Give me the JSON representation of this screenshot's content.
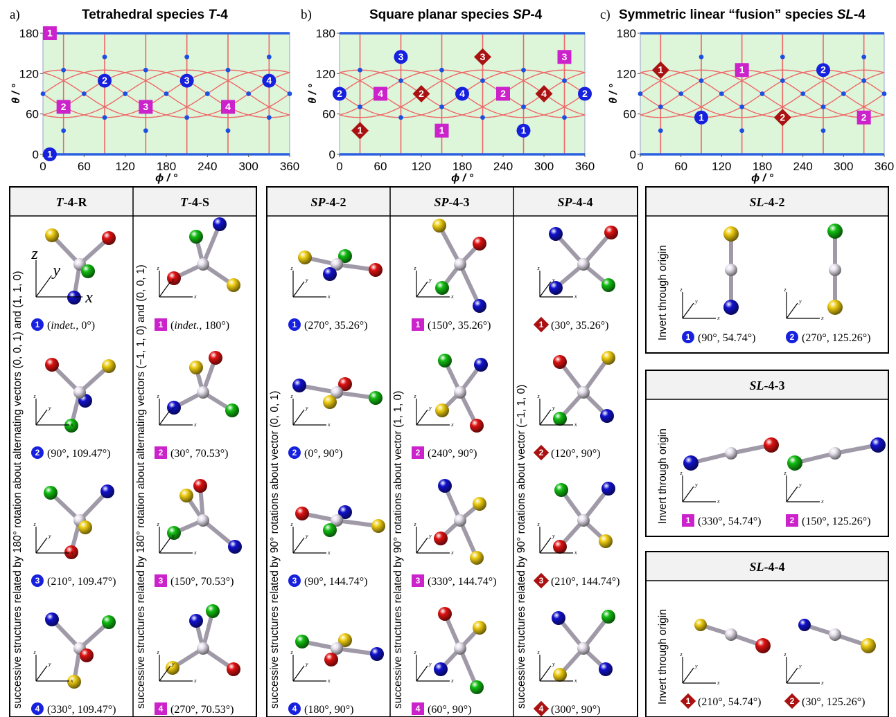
{
  "colors": {
    "plot_bg": "#ddf5d9",
    "curve": "#ee6767",
    "edge": "#2a60e0",
    "blue_marker": "#1620dd",
    "magenta_marker": "#cc22cc",
    "red_marker": "#aa1111",
    "grid_dot": "#1d4fe0",
    "header_bg": "#f2f2f2",
    "ball_red": "#dd1111",
    "ball_blue": "#1111cc",
    "ball_green": "#11bb11",
    "ball_yellow": "#eecc11"
  },
  "panels": [
    {
      "letter": "a)",
      "title": "Tetrahedral species T-4",
      "title_main": "Tetrahedral species ",
      "title_ital": "T",
      "title_tail": "-4",
      "ylabel": "θ / °",
      "xlabel": "ϕ / °",
      "xticks": [
        "0",
        "60",
        "120",
        "180",
        "240",
        "300",
        "360"
      ],
      "yticks": [
        "0",
        "60",
        "120",
        "180"
      ],
      "markers": [
        {
          "shape": "circle",
          "label": "1",
          "phi": 10,
          "theta": 0
        },
        {
          "shape": "circle",
          "label": "2",
          "phi": 90,
          "theta": 109.47
        },
        {
          "shape": "circle",
          "label": "3",
          "phi": 210,
          "theta": 109.47
        },
        {
          "shape": "circle",
          "label": "4",
          "phi": 330,
          "theta": 109.47
        },
        {
          "shape": "square",
          "label": "1",
          "phi": 10,
          "theta": 180
        },
        {
          "shape": "square",
          "label": "2",
          "phi": 30,
          "theta": 70.53
        },
        {
          "shape": "square",
          "label": "3",
          "phi": 150,
          "theta": 70.53
        },
        {
          "shape": "square",
          "label": "4",
          "phi": 270,
          "theta": 70.53
        }
      ]
    },
    {
      "letter": "b)",
      "title": "Square planar species SP-4",
      "title_main": "Square planar species ",
      "title_ital": "SP",
      "title_tail": "-4",
      "ylabel": "θ / °",
      "xlabel": "ϕ / °",
      "xticks": [
        "0",
        "60",
        "120",
        "180",
        "240",
        "300",
        "360"
      ],
      "yticks": [
        "0",
        "60",
        "120",
        "180"
      ],
      "markers": [
        {
          "shape": "circle",
          "label": "1",
          "phi": 270,
          "theta": 35.26
        },
        {
          "shape": "circle",
          "label": "2",
          "phi": 0,
          "theta": 90
        },
        {
          "shape": "circle",
          "label": "2",
          "phi": 360,
          "theta": 90
        },
        {
          "shape": "circle",
          "label": "3",
          "phi": 90,
          "theta": 144.74
        },
        {
          "shape": "circle",
          "label": "4",
          "phi": 180,
          "theta": 90
        },
        {
          "shape": "square",
          "label": "1",
          "phi": 150,
          "theta": 35.26
        },
        {
          "shape": "square",
          "label": "2",
          "phi": 240,
          "theta": 90
        },
        {
          "shape": "square",
          "label": "3",
          "phi": 330,
          "theta": 144.74
        },
        {
          "shape": "square",
          "label": "4",
          "phi": 60,
          "theta": 90
        },
        {
          "shape": "diamond",
          "label": "1",
          "phi": 30,
          "theta": 35.26
        },
        {
          "shape": "diamond",
          "label": "2",
          "phi": 120,
          "theta": 90
        },
        {
          "shape": "diamond",
          "label": "3",
          "phi": 210,
          "theta": 144.74
        },
        {
          "shape": "diamond",
          "label": "4",
          "phi": 300,
          "theta": 90
        }
      ]
    },
    {
      "letter": "c)",
      "title": "Symmetric linear “fusion” species SL-4",
      "title_main": "Symmetric linear “fusion” species ",
      "title_ital": "SL",
      "title_tail": "-4",
      "ylabel": "θ / °",
      "xlabel": "ϕ / °",
      "xticks": [
        "0",
        "60",
        "120",
        "180",
        "240",
        "300",
        "360"
      ],
      "yticks": [
        "0",
        "60",
        "120",
        "180"
      ],
      "markers": [
        {
          "shape": "circle",
          "label": "1",
          "phi": 90,
          "theta": 54.74
        },
        {
          "shape": "circle",
          "label": "2",
          "phi": 270,
          "theta": 125.26
        },
        {
          "shape": "square",
          "label": "1",
          "phi": 150,
          "theta": 125.26
        },
        {
          "shape": "square",
          "label": "2",
          "phi": 330,
          "theta": 54.74
        },
        {
          "shape": "diamond",
          "label": "1",
          "phi": 30,
          "theta": 125.26
        },
        {
          "shape": "diamond",
          "label": "2",
          "phi": 210,
          "theta": 54.74
        }
      ]
    }
  ],
  "t4_box": {
    "columns": [
      {
        "header": "T-4-R",
        "h_ital": "T",
        "h_tail": "-4-R",
        "rotation_text": "successive structures related by 180° rotation about alternating vectors (0, 0, 1) and (1, 1, 0)",
        "shape": "circle",
        "cells": [
          {
            "label": "1",
            "coords": "(indet., 0°)",
            "c_ital": "indet.",
            "c_pre": "(",
            "c_post": ", 0°)"
          },
          {
            "label": "2",
            "coords": "(90°, 109.47°)"
          },
          {
            "label": "3",
            "coords": "(210°, 109.47°)"
          },
          {
            "label": "4",
            "coords": "(330°, 109.47°)"
          }
        ]
      },
      {
        "header": "T-4-S",
        "h_ital": "T",
        "h_tail": "-4-S",
        "rotation_text": "successive structures related by 180° rotation about alternating vectors (−1, 1, 0) and (0, 0, 1)",
        "shape": "square",
        "cells": [
          {
            "label": "1",
            "coords": "(indet., 180°)",
            "c_ital": "indet.",
            "c_pre": "(",
            "c_post": ", 180°)"
          },
          {
            "label": "2",
            "coords": "(30°, 70.53°)"
          },
          {
            "label": "3",
            "coords": "(150°, 70.53°)"
          },
          {
            "label": "4",
            "coords": "(270°, 70.53°)"
          }
        ]
      }
    ]
  },
  "sp4_box": {
    "columns": [
      {
        "header": "SP-4-2",
        "h_ital": "SP",
        "h_tail": "-4-2",
        "rotation_text": "successive structures related by 90° rotations about vector (0, 0, 1)",
        "shape": "circle",
        "cells": [
          {
            "label": "1",
            "coords": "(270°, 35.26°)"
          },
          {
            "label": "2",
            "coords": "(0°, 90°)"
          },
          {
            "label": "3",
            "coords": "(90°, 144.74°)"
          },
          {
            "label": "4",
            "coords": "(180°, 90°)"
          }
        ]
      },
      {
        "header": "SP-4-3",
        "h_ital": "SP",
        "h_tail": "-4-3",
        "rotation_text": "successive structures related by 90° rotations about vector (1, 1, 0)",
        "shape": "square",
        "cells": [
          {
            "label": "1",
            "coords": "(150°, 35.26°)"
          },
          {
            "label": "2",
            "coords": "(240°, 90°)"
          },
          {
            "label": "3",
            "coords": "(330°, 144.74°)"
          },
          {
            "label": "4",
            "coords": "(60°, 90°)"
          }
        ]
      },
      {
        "header": "SP-4-4",
        "h_ital": "SP",
        "h_tail": "-4-4",
        "rotation_text": "successive structures related by 90° rotations about vector (−1, 1, 0)",
        "shape": "diamond",
        "cells": [
          {
            "label": "1",
            "coords": "(30°, 35.26°)"
          },
          {
            "label": "2",
            "coords": "(120°, 90°)"
          },
          {
            "label": "3",
            "coords": "(210°, 144.74°)"
          },
          {
            "label": "4",
            "coords": "(300°, 90°)"
          }
        ]
      }
    ]
  },
  "sl_boxes": [
    {
      "header": "SL-4-2",
      "h_ital": "SL",
      "h_tail": "-4-2",
      "side_text": "Invert through origin",
      "shape": "circle",
      "cells": [
        {
          "label": "1",
          "coords": "(90°, 54.74°)"
        },
        {
          "label": "2",
          "coords": "(270°, 125.26°)"
        }
      ]
    },
    {
      "header": "SL-4-3",
      "h_ital": "SL",
      "h_tail": "-4-3",
      "side_text": "Invert through origin",
      "shape": "square",
      "cells": [
        {
          "label": "1",
          "coords": "(330°, 54.74°)"
        },
        {
          "label": "2",
          "coords": "(150°, 125.26°)"
        }
      ]
    },
    {
      "header": "SL-4-4",
      "h_ital": "SL",
      "h_tail": "-4-4",
      "side_text": "Invert through origin",
      "shape": "diamond",
      "cells": [
        {
          "label": "1",
          "coords": "(210°, 54.74°)"
        },
        {
          "label": "2",
          "coords": "(30°, 125.26°)"
        }
      ]
    }
  ],
  "axes_labels": {
    "x": "x",
    "y": "y",
    "z": "z"
  }
}
